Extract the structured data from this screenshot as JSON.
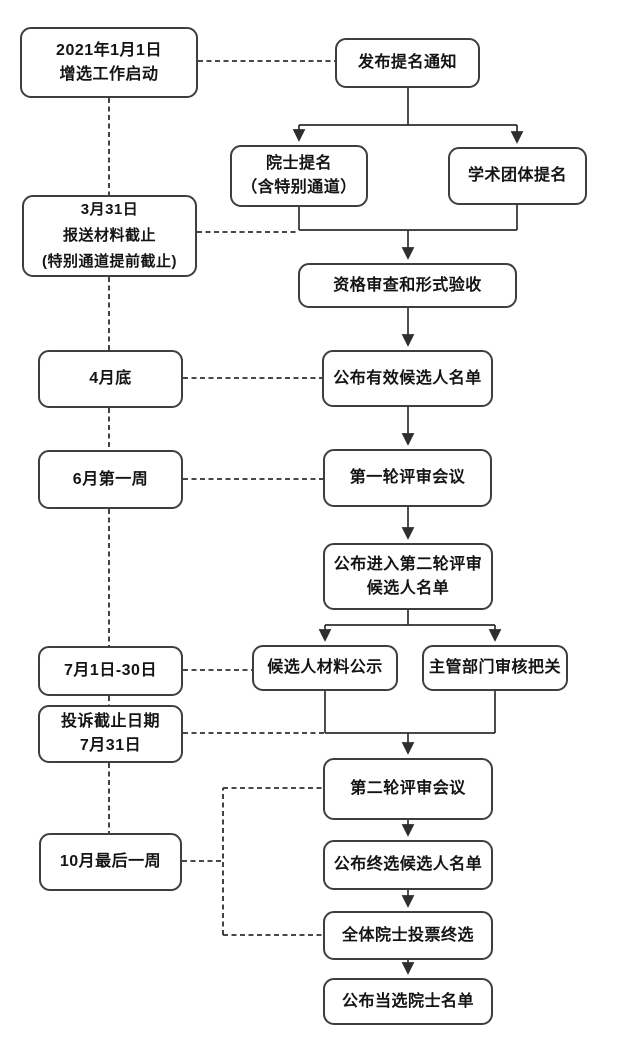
{
  "diagram": {
    "description": "2021 academician election timeline flowchart",
    "timeline_nodes": [
      {
        "id": "start-date",
        "label": "2021年1月1日\n增选工作启动"
      },
      {
        "id": "submission-deadline",
        "label": "3月31日\n报送材料截止\n(特别通道提前截止)"
      },
      {
        "id": "end-april",
        "label": "4月底"
      },
      {
        "id": "first-week-june",
        "label": "6月第一周"
      },
      {
        "id": "july-1-30",
        "label": "7月1日-30日"
      },
      {
        "id": "complaint-deadline",
        "label": "投诉截止日期\n7月31日"
      },
      {
        "id": "last-week-october",
        "label": "10月最后一周"
      }
    ],
    "process_nodes": [
      {
        "id": "publish-notice",
        "label": "发布提名通知"
      },
      {
        "id": "academician-nomination",
        "label": "院士提名\n（含特别通道）"
      },
      {
        "id": "society-nomination",
        "label": "学术团体提名"
      },
      {
        "id": "qualification-review",
        "label": "资格审查和形式验收"
      },
      {
        "id": "valid-candidates-list",
        "label": "公布有效候选人名单"
      },
      {
        "id": "first-round-review",
        "label": "第一轮评审会议"
      },
      {
        "id": "second-round-candidates-list",
        "label": "公布进入第二轮评审\n候选人名单"
      },
      {
        "id": "materials-publicity",
        "label": "候选人材料公示"
      },
      {
        "id": "authority-check",
        "label": "主管部门审核把关"
      },
      {
        "id": "second-round-review",
        "label": "第二轮评审会议"
      },
      {
        "id": "final-candidates-list",
        "label": "公布终选候选人名单"
      },
      {
        "id": "final-vote",
        "label": "全体院士投票终选"
      },
      {
        "id": "elected-list",
        "label": "公布当选院士名单"
      }
    ],
    "colors": {
      "background": "#ffffff",
      "node_border": "#3e3e3e",
      "connector": "#2e2e2e",
      "text": "#141414"
    }
  }
}
